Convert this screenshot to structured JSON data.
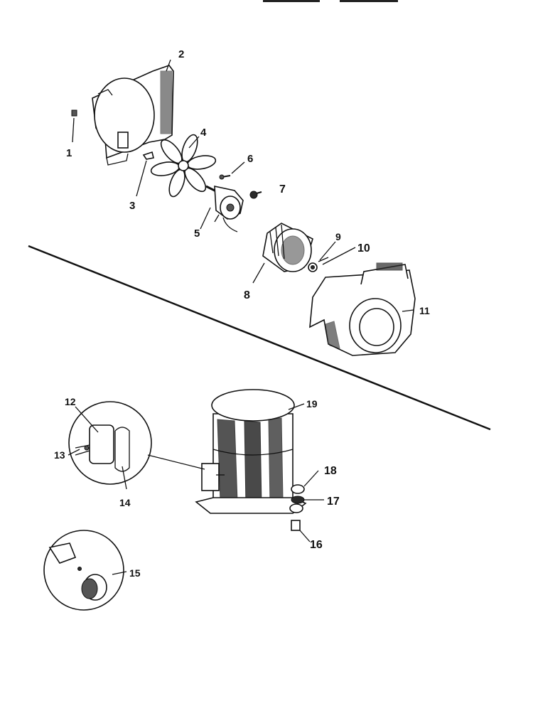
{
  "callouts": [
    "1",
    "2",
    "3",
    "4",
    "5",
    "6",
    "7",
    "8",
    "9",
    "10",
    "11",
    "12",
    "13",
    "14",
    "15",
    "16",
    "17",
    "18",
    "19"
  ]
}
